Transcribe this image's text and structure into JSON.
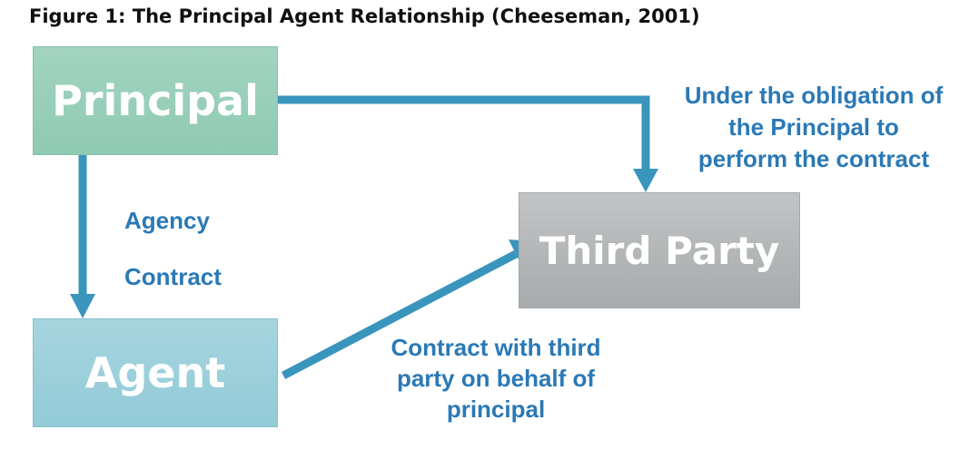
{
  "title": "Figure 1: The Principal Agent Relationship (Cheeseman, 2001)",
  "nodes": {
    "principal": "Principal",
    "agent": "Agent",
    "third_party": "Third Party"
  },
  "labels": {
    "obligation": [
      "Under the obligation of",
      "the Principal to",
      "perform the contract"
    ],
    "agency": "Agency",
    "contract": "Contract",
    "contract_third": [
      "Contract with third",
      "party on behalf of",
      "principal"
    ]
  },
  "colors": {
    "arrow": "#3a95bd",
    "label_text": "#2b79b6",
    "principal_box": "#9bd0bc",
    "agent_box": "#9fd1dc",
    "third_party_box": "#b3b6b8"
  }
}
